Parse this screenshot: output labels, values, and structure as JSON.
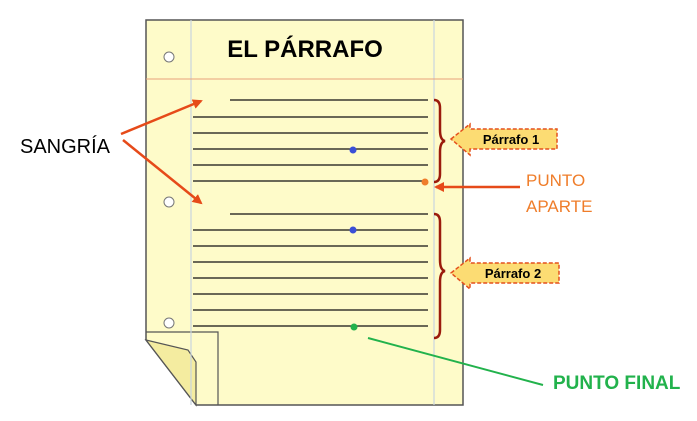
{
  "title": "EL PÁRRAFO",
  "labels": {
    "sangria": "SANGRÍA",
    "punto_aparte_line1": "PUNTO",
    "punto_aparte_line2": "APARTE",
    "punto_final": "PUNTO FINAL"
  },
  "paragraph_tags": [
    {
      "text": "Párrafo  1"
    },
    {
      "text": "Párrafo  2"
    }
  ],
  "colors": {
    "paper": "#fefbc9",
    "paper_border": "#555555",
    "margin_line": "#e8a07a",
    "rule_line": "#111111",
    "arrow_red": "#e64a19",
    "brace": "#9b1b0c",
    "tag_fill": "#fcdc73",
    "tag_border": "#e4501d",
    "dot_blue": "#3a4fd6",
    "dot_orange": "#ef7d2a",
    "dot_green": "#22b24c",
    "text_orange": "#ef7d2a",
    "text_green": "#22b24c"
  }
}
